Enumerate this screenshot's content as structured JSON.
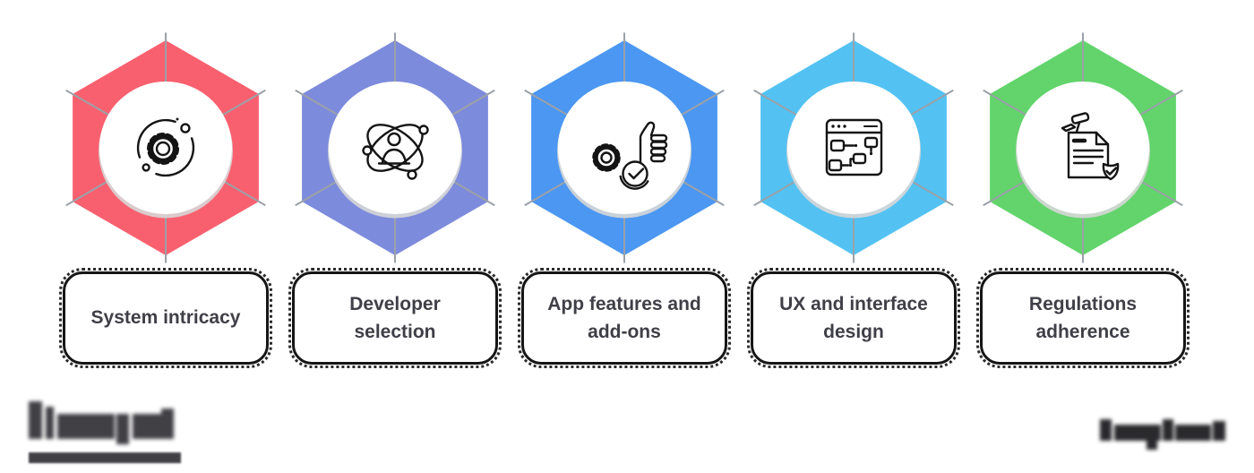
{
  "infographic": {
    "steps": [
      {
        "label": "System intricacy",
        "color": "#f9606f",
        "icon": "gear-orbit-icon"
      },
      {
        "label": "Developer selection",
        "color": "#7d8bdc",
        "icon": "developer-network-icon"
      },
      {
        "label": "App features and add-ons",
        "color": "#4b97f2",
        "icon": "gear-thumbs-up-check-icon"
      },
      {
        "label": "UX and interface design",
        "color": "#53c2f3",
        "icon": "browser-wireframe-icon"
      },
      {
        "label": "Regulations adherence",
        "color": "#62d46b",
        "icon": "document-gavel-shield-icon"
      }
    ],
    "footer": {
      "left_logo": "blurred wordmark (illegible)",
      "right_logo": "blurred wordmark (illegible)"
    },
    "palette": {
      "spoke_gray": "#9ba1a8",
      "label_text": "#3f3f47",
      "label_border": "#161616",
      "left_logo_color": "#414045",
      "right_logo_color": "#2a2a2d"
    }
  }
}
